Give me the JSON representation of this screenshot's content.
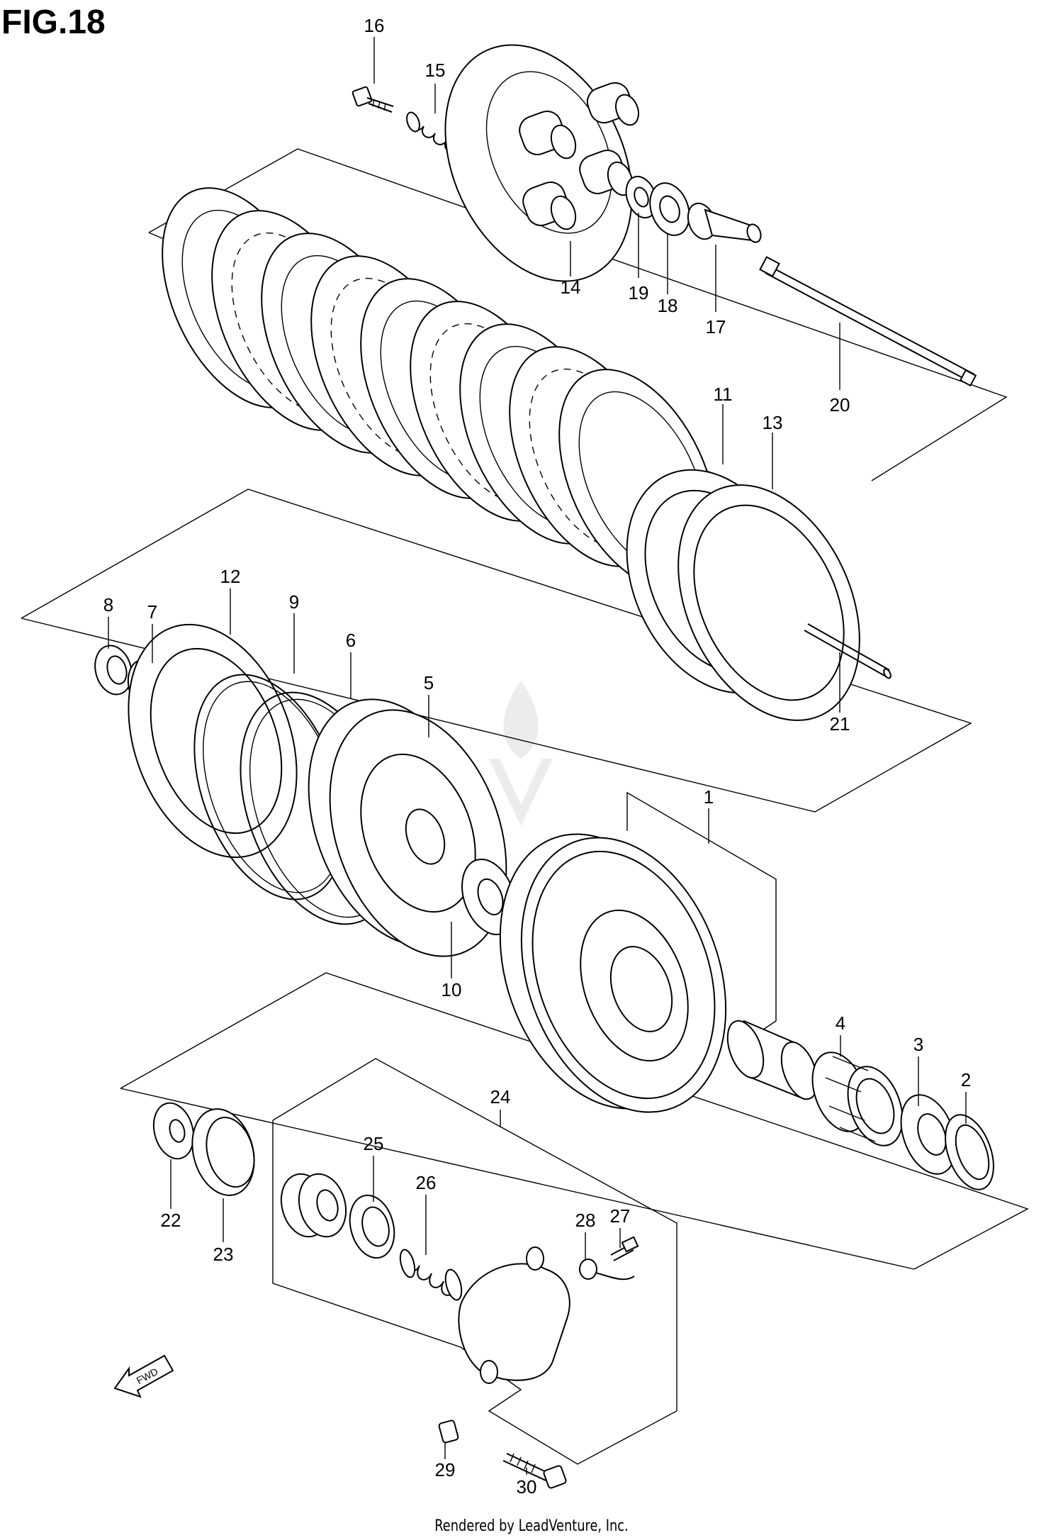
{
  "figure": {
    "title": "FIG.18",
    "fwd_label": "FWD",
    "footer": "Rendered by LeadVenture, Inc."
  },
  "parts": [
    {
      "num": "1"
    },
    {
      "num": "2"
    },
    {
      "num": "3"
    },
    {
      "num": "4"
    },
    {
      "num": "5"
    },
    {
      "num": "6"
    },
    {
      "num": "7"
    },
    {
      "num": "8"
    },
    {
      "num": "9"
    },
    {
      "num": "10"
    },
    {
      "num": "11"
    },
    {
      "num": "12"
    },
    {
      "num": "13"
    },
    {
      "num": "14"
    },
    {
      "num": "15"
    },
    {
      "num": "16"
    },
    {
      "num": "17"
    },
    {
      "num": "18"
    },
    {
      "num": "19"
    },
    {
      "num": "20"
    },
    {
      "num": "21"
    },
    {
      "num": "22"
    },
    {
      "num": "23"
    },
    {
      "num": "24"
    },
    {
      "num": "25"
    },
    {
      "num": "26"
    },
    {
      "num": "27"
    },
    {
      "num": "28"
    },
    {
      "num": "29"
    },
    {
      "num": "30"
    }
  ]
}
